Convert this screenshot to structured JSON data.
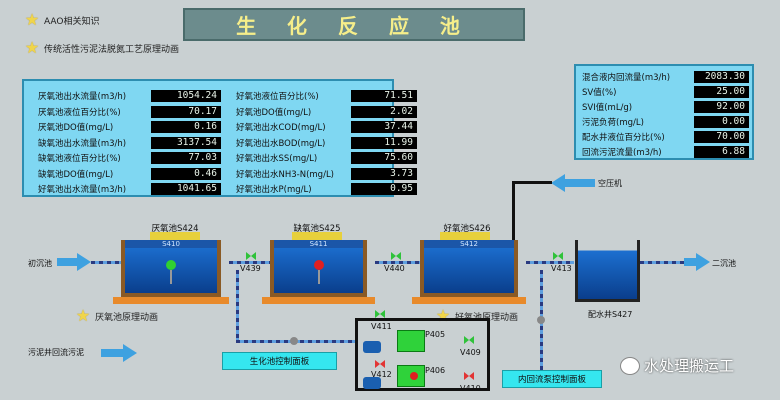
{
  "title": "生 化 反 应 池",
  "links": [
    "AAO相关知识",
    "传统活性污泥法脱氮工艺原理动画"
  ],
  "left_panel": {
    "col1": [
      {
        "label": "厌氧池出水流量(m3/h)",
        "value": "1054.24"
      },
      {
        "label": "厌氧池液位百分比(%)",
        "value": "70.17"
      },
      {
        "label": "厌氧池DO值(mg/L)",
        "value": "0.16"
      },
      {
        "label": "缺氧池出水流量(m3/h)",
        "value": "3137.54"
      },
      {
        "label": "缺氧池液位百分比(%)",
        "value": "77.03"
      },
      {
        "label": "缺氧池DO值(mg/L)",
        "value": "0.46"
      },
      {
        "label": "好氧池出水流量(m3/h)",
        "value": "1041.65"
      }
    ],
    "col2": [
      {
        "label": "好氧池液位百分比(%)",
        "value": "71.51"
      },
      {
        "label": "好氧池DO值(mg/L)",
        "value": "2.02"
      },
      {
        "label": "好氧池出水COD(mg/L)",
        "value": "37.44"
      },
      {
        "label": "好氧池出水BOD(mg/L)",
        "value": "11.99"
      },
      {
        "label": "好氧池出水SS(mg/L)",
        "value": "75.60"
      },
      {
        "label": "好氧池出水NH3-N(mg/L)",
        "value": "3.73"
      },
      {
        "label": "好氧池出水P(mg/L)",
        "value": "0.95"
      }
    ]
  },
  "right_panel": [
    {
      "label": "混合液内回流量(m3/h)",
      "value": "2083.30"
    },
    {
      "label": "SV值(%)",
      "value": "25.00"
    },
    {
      "label": "SVI值(mL/g)",
      "value": "92.00"
    },
    {
      "label": "污泥负荷(mg/L)",
      "value": "0.00"
    },
    {
      "label": "配水井液位百分比(%)",
      "value": "70.00"
    },
    {
      "label": "回流污泥流量(m3/h)",
      "value": "6.88"
    }
  ],
  "tanks": [
    {
      "name": "厌氧池S424",
      "code": "S410"
    },
    {
      "name": "缺氧池S425",
      "code": "S411"
    },
    {
      "name": "好氧池S426",
      "code": "S412"
    }
  ],
  "well": {
    "name": "配水井S427"
  },
  "flows": {
    "inlet": "初沉池",
    "outlet": "二沉池",
    "air": "空压机",
    "sludge_return": "污泥井回流污泥"
  },
  "valves": {
    "v439": "V439",
    "v440": "V440",
    "v413": "V413",
    "v411": "V411",
    "v412": "V412",
    "v409": "V409",
    "v410": "V410"
  },
  "pumps": {
    "p405": "P405",
    "p406": "P406"
  },
  "animation_links": {
    "anaerobic": "厌氧池原理动画",
    "aerobic": "好氧池原理动画"
  },
  "buttons": {
    "bio_panel": "生化池控制面板",
    "reflux_panel": "内回流泵控制面板"
  },
  "watermark": "水处理搬运工",
  "colors": {
    "panel_bg": "#7fd7f2",
    "title_text": "#f6ee8a",
    "water": "#1c6fd0",
    "pipe": "#3ea1e0"
  }
}
